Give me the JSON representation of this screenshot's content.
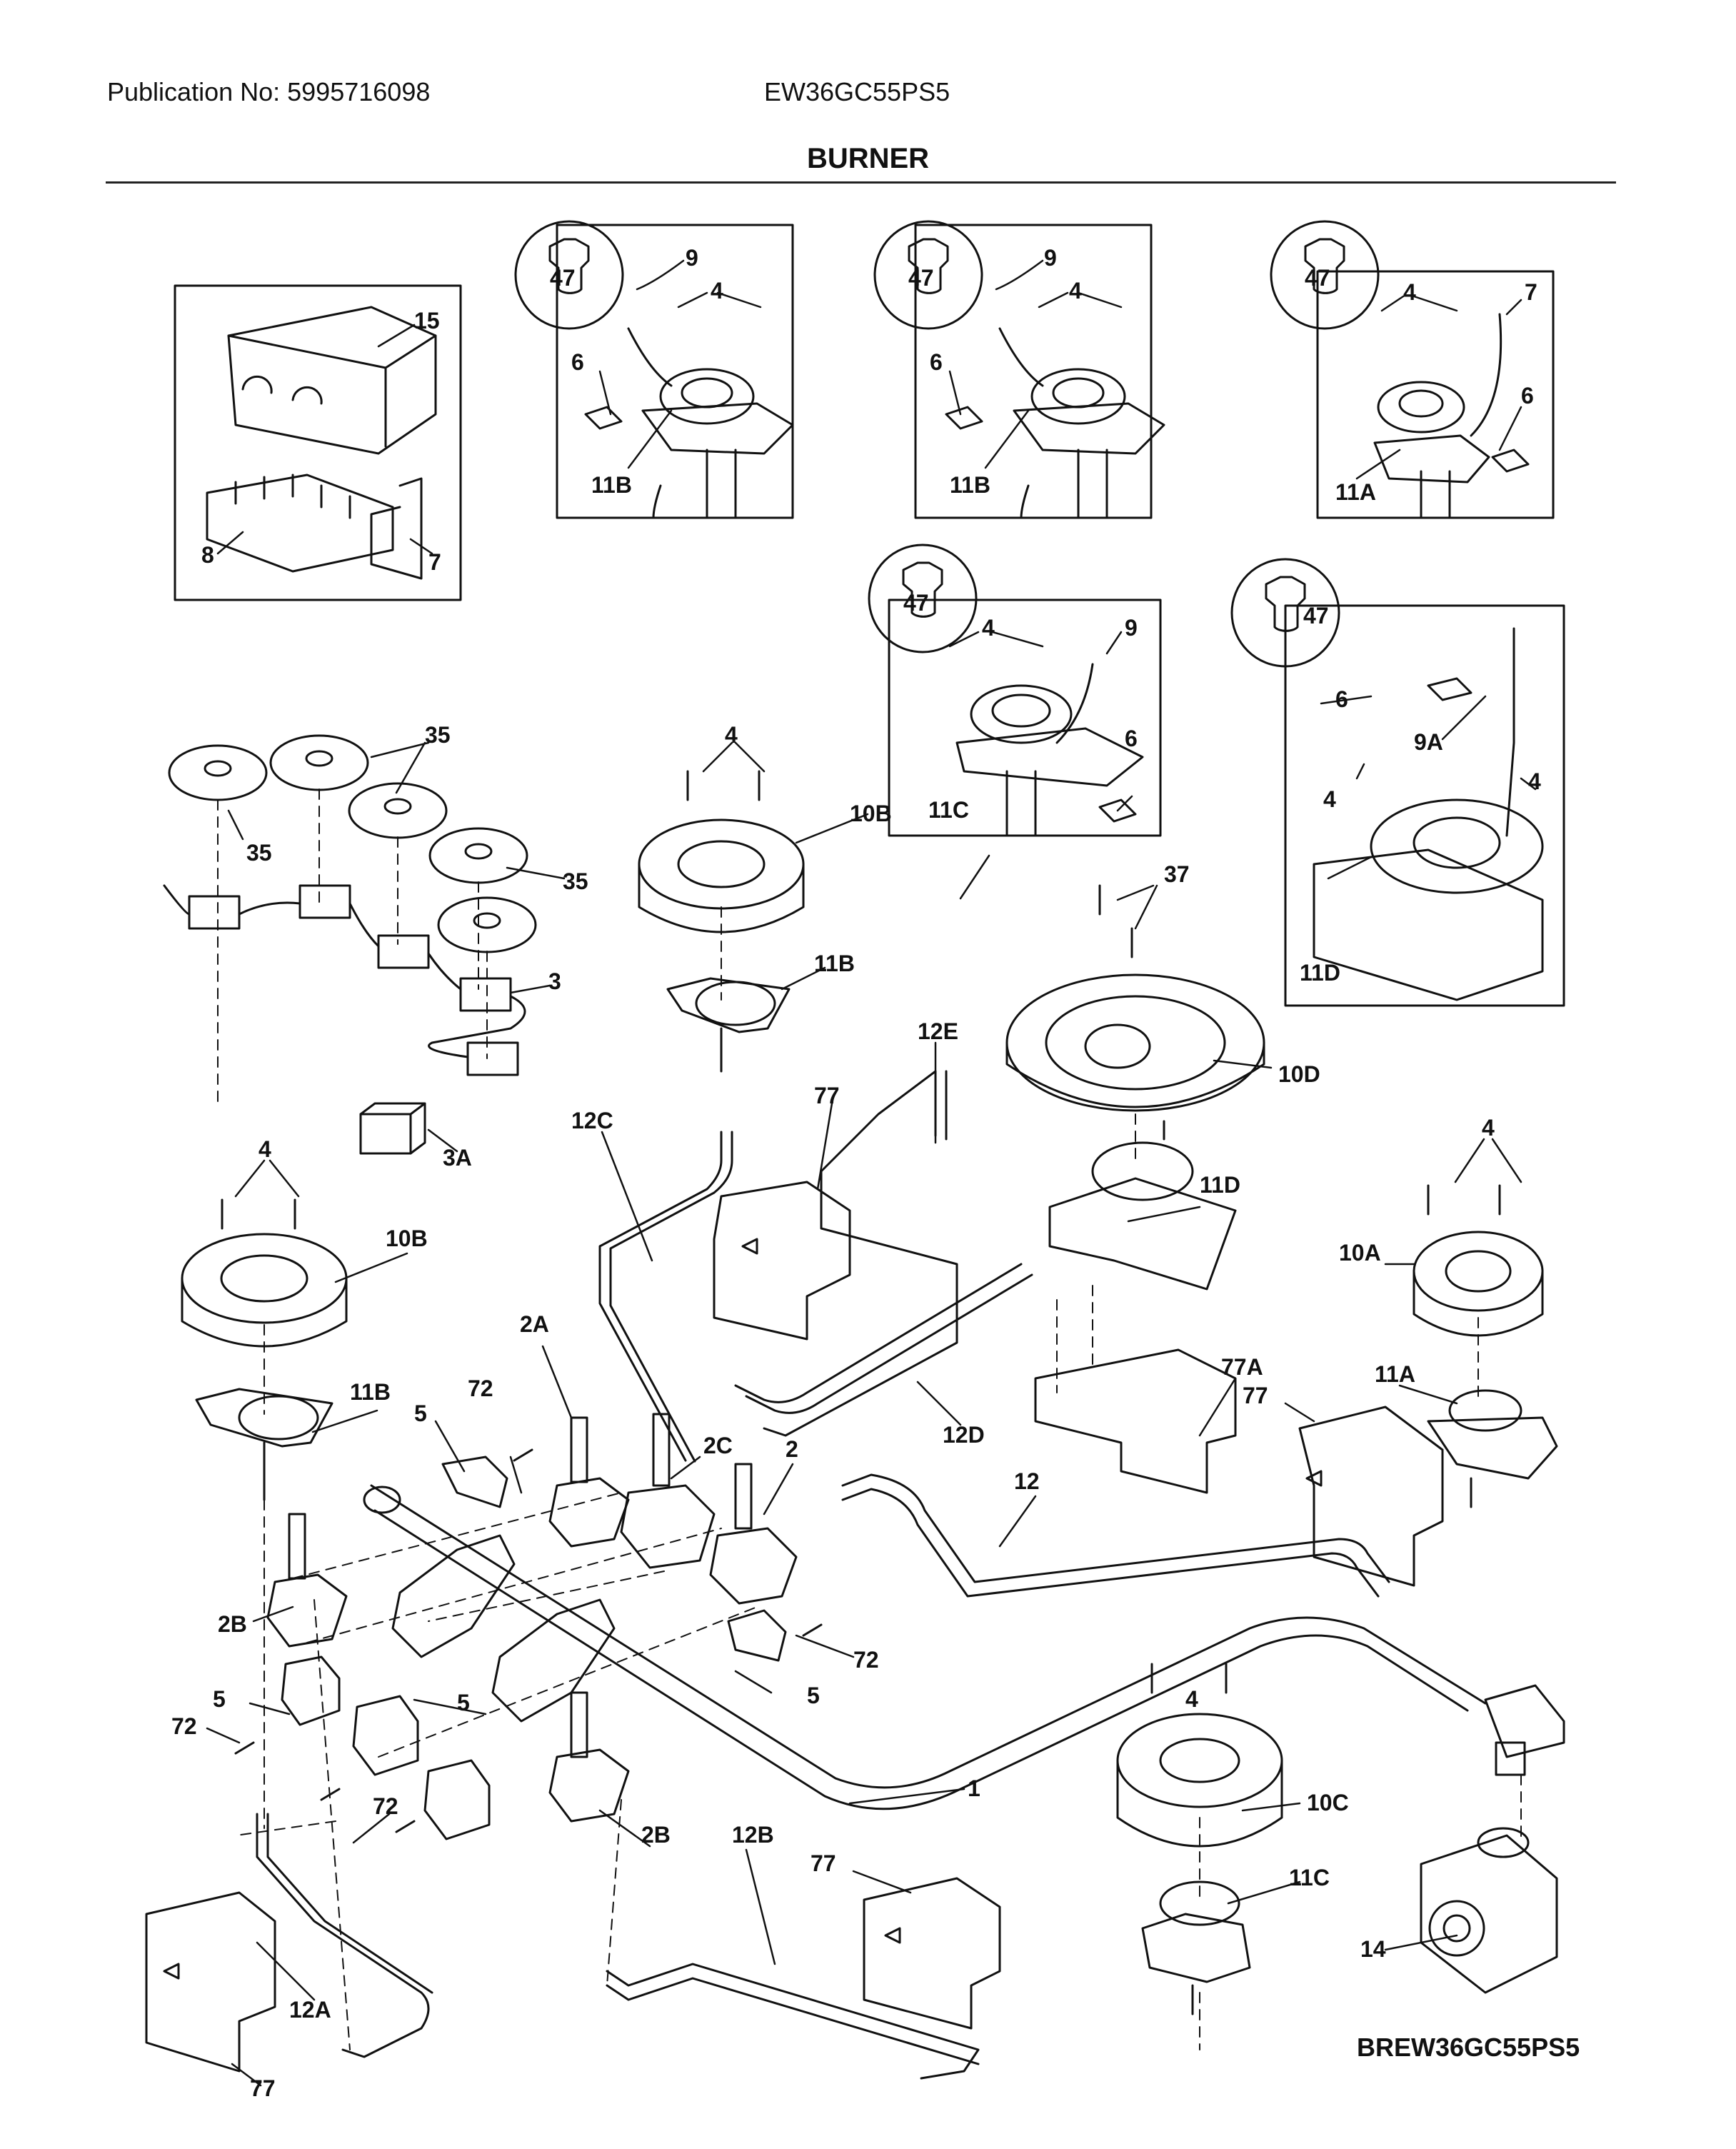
{
  "header": {
    "publication": "Publication No: 5995716098",
    "model": "EW36GC55PS5",
    "title": "BURNER"
  },
  "footer": {
    "code": "BREW36GC55PS5"
  },
  "callouts": [
    {
      "label": "47"
    },
    {
      "label": "9"
    },
    {
      "label": "4"
    },
    {
      "label": "6"
    },
    {
      "label": "11B"
    },
    {
      "label": "47"
    },
    {
      "label": "9"
    },
    {
      "label": "4"
    },
    {
      "label": "6"
    },
    {
      "label": "11B"
    },
    {
      "label": "47"
    },
    {
      "label": "4"
    },
    {
      "label": "7"
    },
    {
      "label": "6"
    },
    {
      "label": "11A"
    },
    {
      "label": "15"
    },
    {
      "label": "8"
    },
    {
      "label": "7"
    },
    {
      "label": "47"
    },
    {
      "label": "4"
    },
    {
      "label": "9"
    },
    {
      "label": "6"
    },
    {
      "label": "11C"
    },
    {
      "label": "47"
    },
    {
      "label": "6"
    },
    {
      "label": "9A"
    },
    {
      "label": "4"
    },
    {
      "label": "4"
    },
    {
      "label": "11D"
    },
    {
      "label": "35"
    },
    {
      "label": "35"
    },
    {
      "label": "35"
    },
    {
      "label": "3"
    },
    {
      "label": "3A"
    },
    {
      "label": "4"
    },
    {
      "label": "10B"
    },
    {
      "label": "11B"
    },
    {
      "label": "37"
    },
    {
      "label": "10D"
    },
    {
      "label": "12E"
    },
    {
      "label": "77"
    },
    {
      "label": "12C"
    },
    {
      "label": "11D"
    },
    {
      "label": "12D"
    },
    {
      "label": "77A"
    },
    {
      "label": "4"
    },
    {
      "label": "10B"
    },
    {
      "label": "11B"
    },
    {
      "label": "4"
    },
    {
      "label": "10A"
    },
    {
      "label": "11A"
    },
    {
      "label": "77"
    },
    {
      "label": "2A"
    },
    {
      "label": "72"
    },
    {
      "label": "5"
    },
    {
      "label": "2C"
    },
    {
      "label": "2"
    },
    {
      "label": "12"
    },
    {
      "label": "2B"
    },
    {
      "label": "5"
    },
    {
      "label": "72"
    },
    {
      "label": "72"
    },
    {
      "label": "5"
    },
    {
      "label": "5"
    },
    {
      "label": "72"
    },
    {
      "label": "1"
    },
    {
      "label": "4"
    },
    {
      "label": "10C"
    },
    {
      "label": "11C"
    },
    {
      "label": "14"
    },
    {
      "label": "2B"
    },
    {
      "label": "12B"
    },
    {
      "label": "77"
    },
    {
      "label": "12A"
    },
    {
      "label": "77"
    }
  ]
}
